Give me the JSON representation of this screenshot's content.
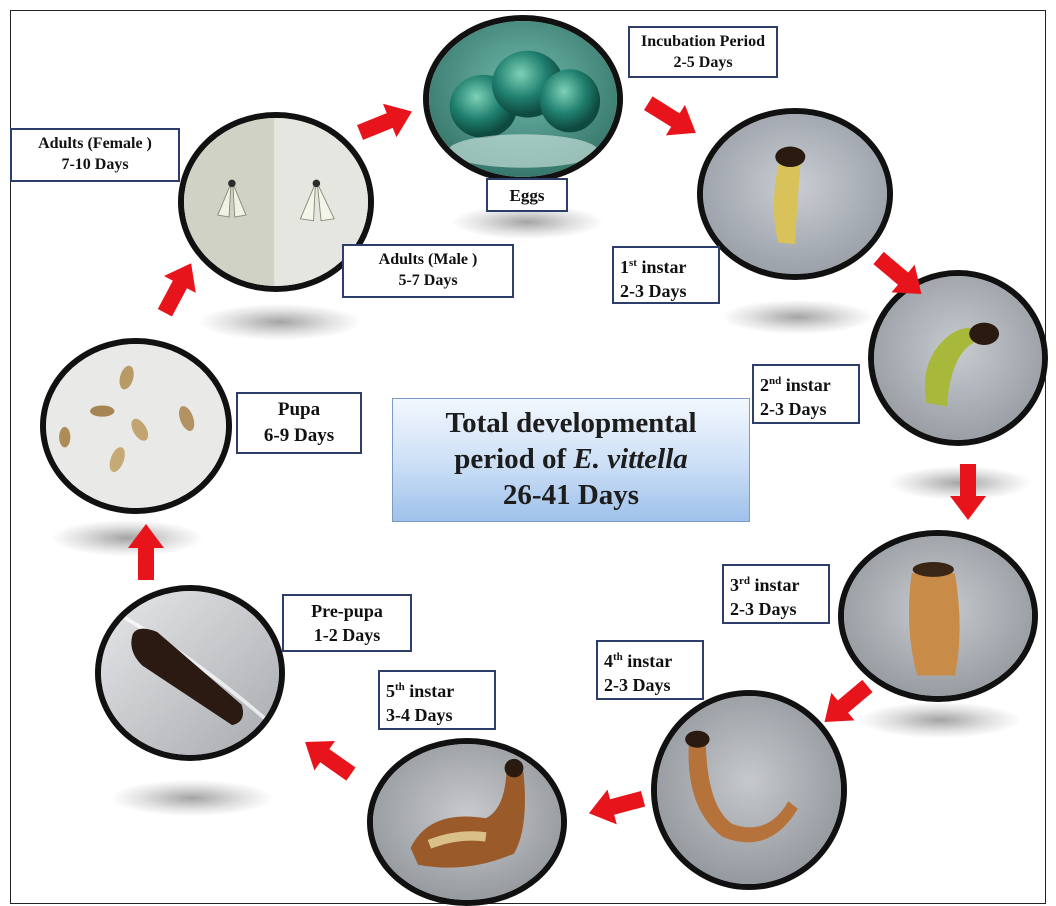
{
  "stages": {
    "eggs": {
      "name": "Eggs",
      "duration_label": "Incubation Period",
      "duration": "2-5 Days"
    },
    "instar1": {
      "ord": "1",
      "sup": "st",
      "word": "instar",
      "duration": "2-3 Days"
    },
    "instar2": {
      "ord": "2",
      "sup": "nd",
      "word": "instar",
      "duration": "2-3 Days"
    },
    "instar3": {
      "ord": "3",
      "sup": "rd",
      "word": "instar",
      "duration": "2-3 Days"
    },
    "instar4": {
      "ord": "4",
      "sup": "th",
      "word": "instar",
      "duration": "2-3 Days"
    },
    "instar5": {
      "ord": "5",
      "sup": "th",
      "word": "instar",
      "duration": "3-4 Days"
    },
    "prepupa": {
      "name": "Pre-pupa",
      "duration": "1-2 Days"
    },
    "pupa": {
      "name": "Pupa",
      "duration": "6-9 Days"
    },
    "adult_male": {
      "name": "Adults (Male )",
      "duration": "5-7 Days"
    },
    "adult_female": {
      "name": "Adults (Female )",
      "duration": "7-10 Days"
    }
  },
  "center": {
    "line1": "Total developmental",
    "line2_prefix": "period of ",
    "line2_species": "E. vittella",
    "line3": "26-41 Days"
  },
  "colors": {
    "arrow": "#e8141b",
    "label_border": "#2d3e6b",
    "center_box_top": "#f2f7fd",
    "center_box_bottom": "#9fc1ea"
  }
}
